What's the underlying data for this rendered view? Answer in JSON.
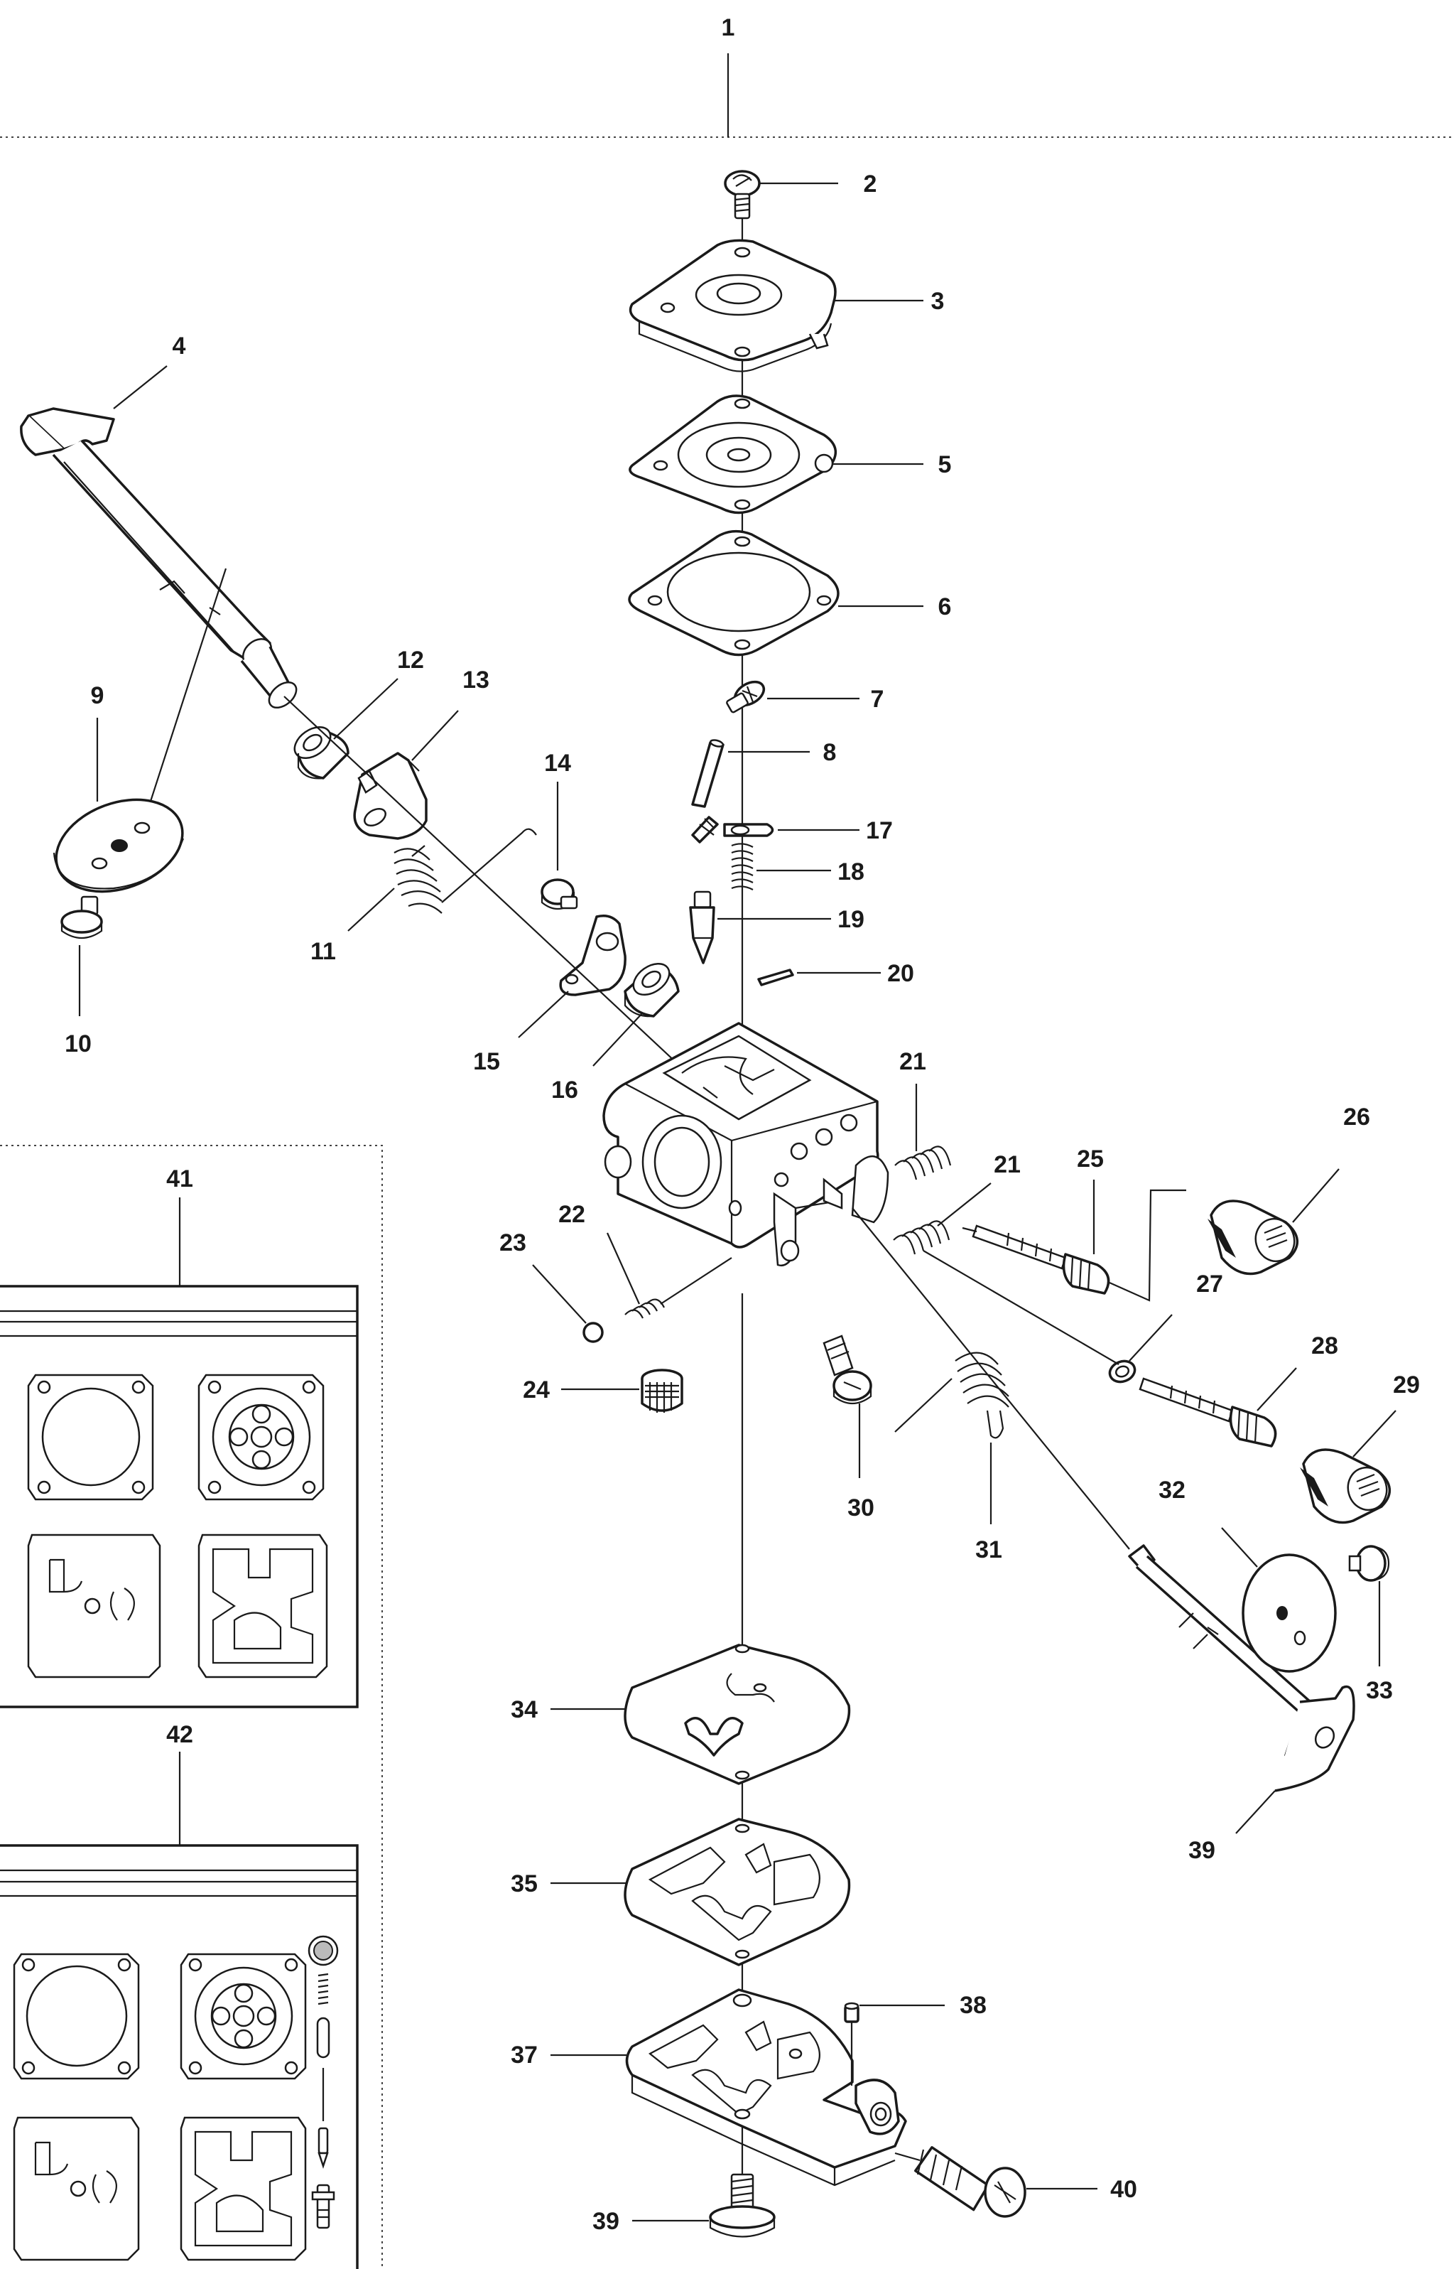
{
  "labels": [
    {
      "id": "1",
      "text": "1"
    },
    {
      "id": "2",
      "text": "2"
    },
    {
      "id": "3",
      "text": "3"
    },
    {
      "id": "4",
      "text": "4"
    },
    {
      "id": "5",
      "text": "5"
    },
    {
      "id": "6",
      "text": "6"
    },
    {
      "id": "7",
      "text": "7"
    },
    {
      "id": "8",
      "text": "8"
    },
    {
      "id": "9",
      "text": "9"
    },
    {
      "id": "10",
      "text": "10"
    },
    {
      "id": "11",
      "text": "11"
    },
    {
      "id": "12",
      "text": "12"
    },
    {
      "id": "13",
      "text": "13"
    },
    {
      "id": "14",
      "text": "14"
    },
    {
      "id": "15",
      "text": "15"
    },
    {
      "id": "16",
      "text": "16"
    },
    {
      "id": "17",
      "text": "17"
    },
    {
      "id": "18",
      "text": "18"
    },
    {
      "id": "19",
      "text": "19"
    },
    {
      "id": "20",
      "text": "20"
    },
    {
      "id": "21a",
      "text": "21"
    },
    {
      "id": "21b",
      "text": "21"
    },
    {
      "id": "22",
      "text": "22"
    },
    {
      "id": "23",
      "text": "23"
    },
    {
      "id": "24",
      "text": "24"
    },
    {
      "id": "25",
      "text": "25"
    },
    {
      "id": "26",
      "text": "26"
    },
    {
      "id": "27",
      "text": "27"
    },
    {
      "id": "28",
      "text": "28"
    },
    {
      "id": "29",
      "text": "29"
    },
    {
      "id": "30",
      "text": "30"
    },
    {
      "id": "31",
      "text": "31"
    },
    {
      "id": "32",
      "text": "32"
    },
    {
      "id": "33",
      "text": "33"
    },
    {
      "id": "34",
      "text": "34"
    },
    {
      "id": "35",
      "text": "35"
    },
    {
      "id": "37",
      "text": "37"
    },
    {
      "id": "38",
      "text": "38"
    },
    {
      "id": "39a",
      "text": "39"
    },
    {
      "id": "39b",
      "text": "39"
    },
    {
      "id": "40",
      "text": "40"
    },
    {
      "id": "41",
      "text": "41"
    },
    {
      "id": "42",
      "text": "42"
    }
  ],
  "colors": {
    "ink": "#1a1a1a",
    "background": "#ffffff"
  }
}
